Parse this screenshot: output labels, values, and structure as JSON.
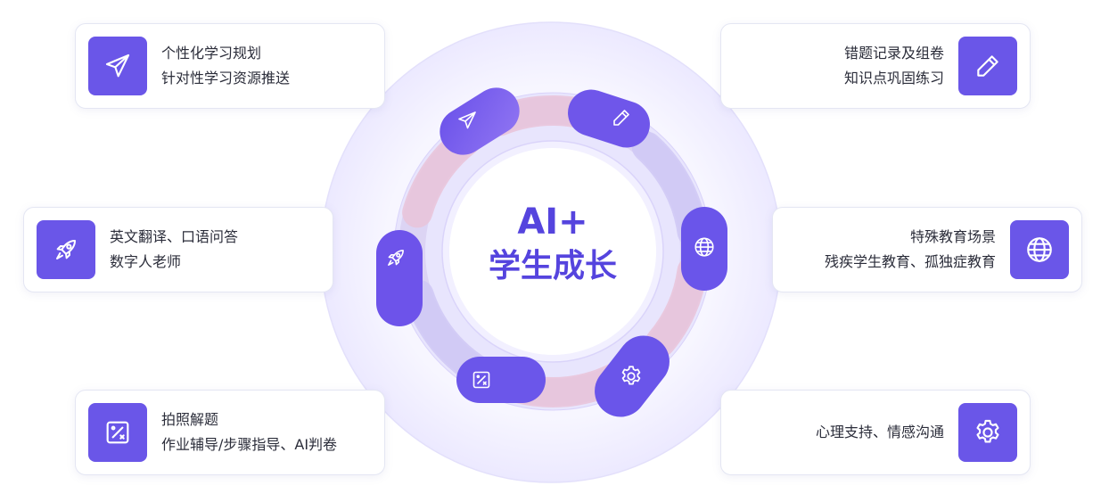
{
  "center": {
    "line1": "AI+",
    "line2": "学生成长"
  },
  "cards": [
    {
      "id": "plan",
      "icon": "paper-plane-icon",
      "lines": [
        "个性化学习规划",
        "针对性学习资源推送"
      ]
    },
    {
      "id": "translate",
      "icon": "rocket-icon",
      "lines": [
        "英文翻译、口语问答",
        "数字人老师"
      ]
    },
    {
      "id": "photo",
      "icon": "percent-box-icon",
      "lines": [
        "拍照解题",
        "作业辅导/步骤指导、AI判卷"
      ]
    },
    {
      "id": "mistakes",
      "icon": "pencil-icon",
      "lines": [
        "错题记录及组卷",
        "知识点巩固练习"
      ]
    },
    {
      "id": "special",
      "icon": "globe-icon",
      "lines": [
        "特殊教育场景",
        "残疾学生教育、孤独症教育"
      ]
    },
    {
      "id": "mental",
      "icon": "gear-icon",
      "lines": [
        "心理支持、情感沟通"
      ]
    }
  ],
  "colors": {
    "accent": "#6a56e8",
    "title": "#5544de",
    "pink": "#e9c3d8",
    "lavender": "#cfc8f4"
  }
}
